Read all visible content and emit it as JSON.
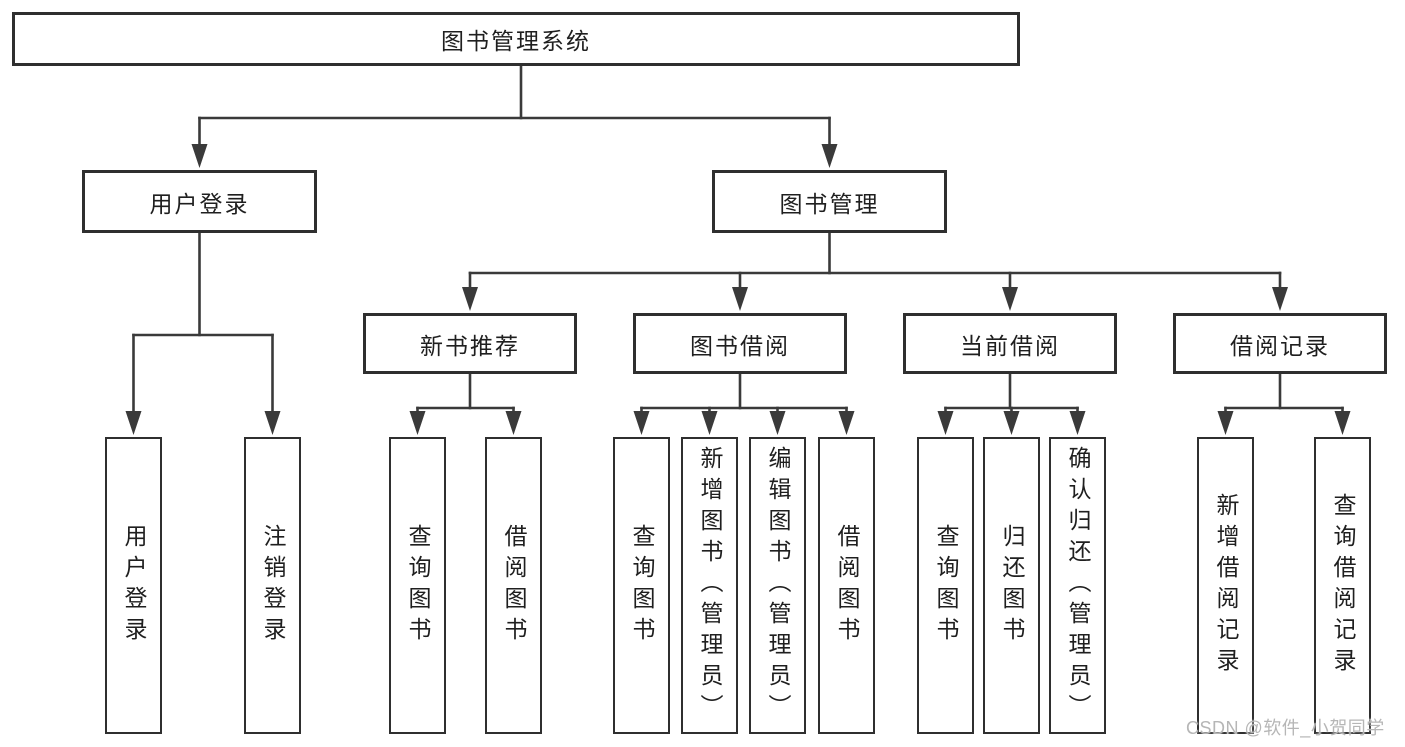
{
  "diagram": {
    "root": {
      "label": "图书管理系统"
    },
    "level2": [
      {
        "label": "用户登录"
      },
      {
        "label": "图书管理"
      }
    ],
    "level3": [
      {
        "label": "新书推荐"
      },
      {
        "label": "图书借阅"
      },
      {
        "label": "当前借阅"
      },
      {
        "label": "借阅记录"
      }
    ],
    "leaves": [
      {
        "label": "用户登录"
      },
      {
        "label": "注销登录"
      },
      {
        "label": "查询图书"
      },
      {
        "label": "借阅图书"
      },
      {
        "label": "查询图书"
      },
      {
        "label": "新增图书（管理员）"
      },
      {
        "label": "编辑图书（管理员）"
      },
      {
        "label": "借阅图书"
      },
      {
        "label": "查询图书"
      },
      {
        "label": "归还图书"
      },
      {
        "label": "确认归还（管理员）"
      },
      {
        "label": "新增借阅记录"
      },
      {
        "label": "查询借阅记录"
      }
    ]
  },
  "watermark": {
    "text": "CSDN @软件_小贺同学"
  },
  "colors": {
    "background": "#ffffff",
    "line": "#3a3a3a",
    "border": "#2f2f2f",
    "text": "#1f1f1f",
    "watermark": "#b6b6b6"
  }
}
